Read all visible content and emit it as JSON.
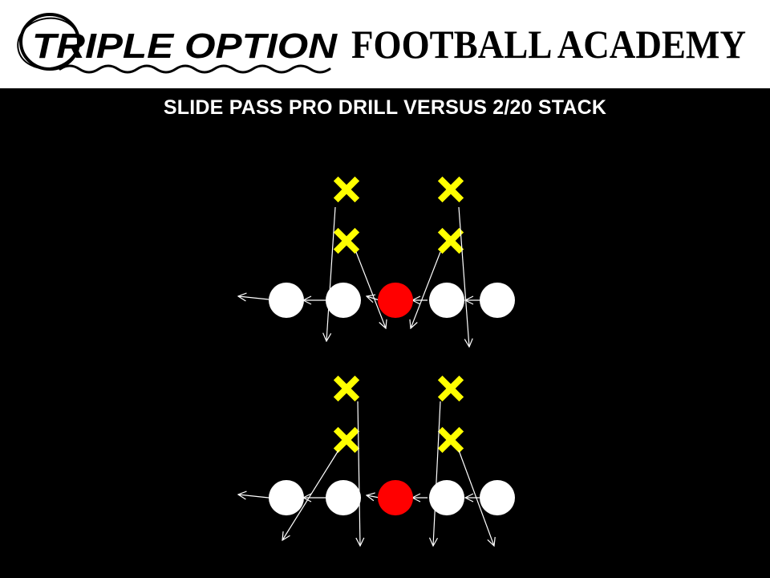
{
  "header": {
    "logo_part1": "TRIPLE OPTION",
    "logo_part2": "FOOTBALL ACADEMY"
  },
  "title": "SLIDE PASS PRO DRILL VERSUS 2/20 STACK",
  "colors": {
    "background": "#000000",
    "banner": "#ffffff",
    "defender": "#ffff00",
    "center": "#ff0000",
    "lineman": "#ffffff",
    "route": "#ffffff"
  },
  "legend_icons": {
    "defender": "x-mark-icon",
    "center": "red-circle-icon",
    "lineman": "white-circle-icon"
  }
}
